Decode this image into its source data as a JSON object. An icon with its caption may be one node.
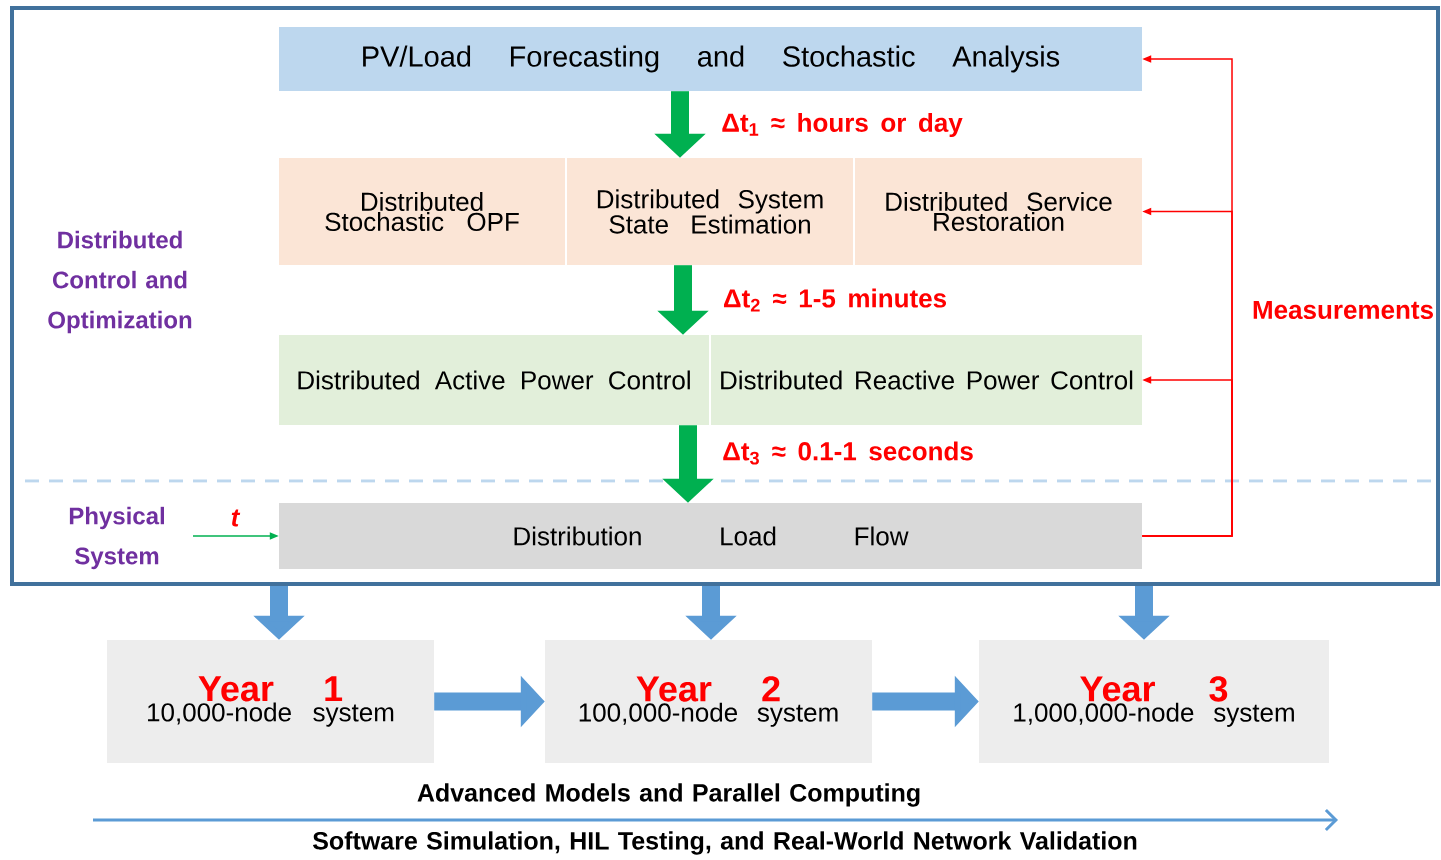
{
  "diagram": {
    "nodes": [
      {
        "text": [],
        "shape": "box"
      },
      {
        "text": [
          "PV/Load Forecasting and Stochastic Analysis"
        ],
        "in": 0
      },
      {
        "text": [
          "Distributed Stochastic OPF"
        ],
        "in": 0
      },
      {
        "text": [
          "Distributed System State Estimation"
        ],
        "in": 0
      },
      {
        "text": [
          "Distributed Service Restoration"
        ],
        "in": 0
      },
      {
        "text": [
          "Distributed Active Power Control"
        ],
        "in": 0
      },
      {
        "text": [
          "Distributed Reactive Power Control"
        ],
        "in": 0
      },
      {
        "text": [
          "Distribution Load Flow"
        ],
        "in": 0
      },
      {
        "text": [
          "Year 1",
          "10,000-node system"
        ]
      },
      {
        "text": [
          "Year 2",
          "100,000-node system"
        ]
      },
      {
        "text": [
          "Year 3",
          "1,000,000-node system"
        ]
      }
    ],
    "edges": [
      {
        "from": 1,
        "to": 3,
        "arrow": "to",
        "label": "Δt$_{1}$ ≈ hours or day",
        "color": "#00b050"
      },
      {
        "from": 3,
        "to": 5,
        "arrow": "to",
        "label": "Δt$_{2}$ ≈ 1-5 minutes",
        "color": "#00b050"
      },
      {
        "from": 5,
        "to": 7,
        "arrow": "to",
        "label": "Δt$_{3}$ ≈ 0.1-1 seconds",
        "color": "#00b050"
      },
      {
        "from": null,
        "to": 7,
        "arrow": "to",
        "label": "t",
        "color": "#00b050"
      },
      {
        "from": 7,
        "to": 1,
        "arrow": "to",
        "color": "#ff0000"
      },
      {
        "from": 7,
        "to": 4,
        "arrow": "to",
        "label": "Measurements",
        "color": "#ff0000"
      },
      {
        "from": 7,
        "to": 6,
        "arrow": "to",
        "color": "#ff0000"
      },
      {
        "from": 0,
        "to": 8,
        "arrow": "to",
        "color": "#5b9bd5"
      },
      {
        "from": 0,
        "to": 9,
        "arrow": "to",
        "color": "#5b9bd5"
      },
      {
        "from": 0,
        "to": 10,
        "arrow": "to",
        "color": "#5b9bd5"
      },
      {
        "from": 8,
        "to": 9,
        "arrow": "to",
        "color": "#5b9bd5"
      },
      {
        "from": 9,
        "to": 10,
        "arrow": "to",
        "color": "#5b9bd5"
      }
    ],
    "labels": [
      "Distributed Control and Optimization",
      "Physical System",
      "Advanced Models and Parallel Computing",
      "Software Simulation, HIL Testing, and Real-World Network Validation"
    ]
  }
}
